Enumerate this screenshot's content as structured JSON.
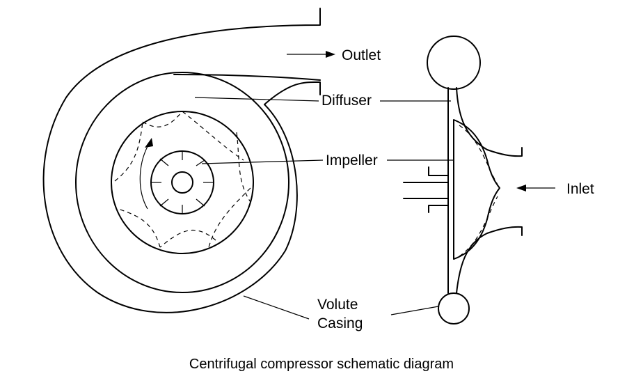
{
  "labels": {
    "outlet": "Outlet",
    "diffuser": "Diffuser",
    "impeller": "Impeller",
    "inlet": "Inlet",
    "volute_line1": "Volute",
    "volute_line2": "Casing"
  },
  "caption": "Centrifugal compressor schematic diagram"
}
